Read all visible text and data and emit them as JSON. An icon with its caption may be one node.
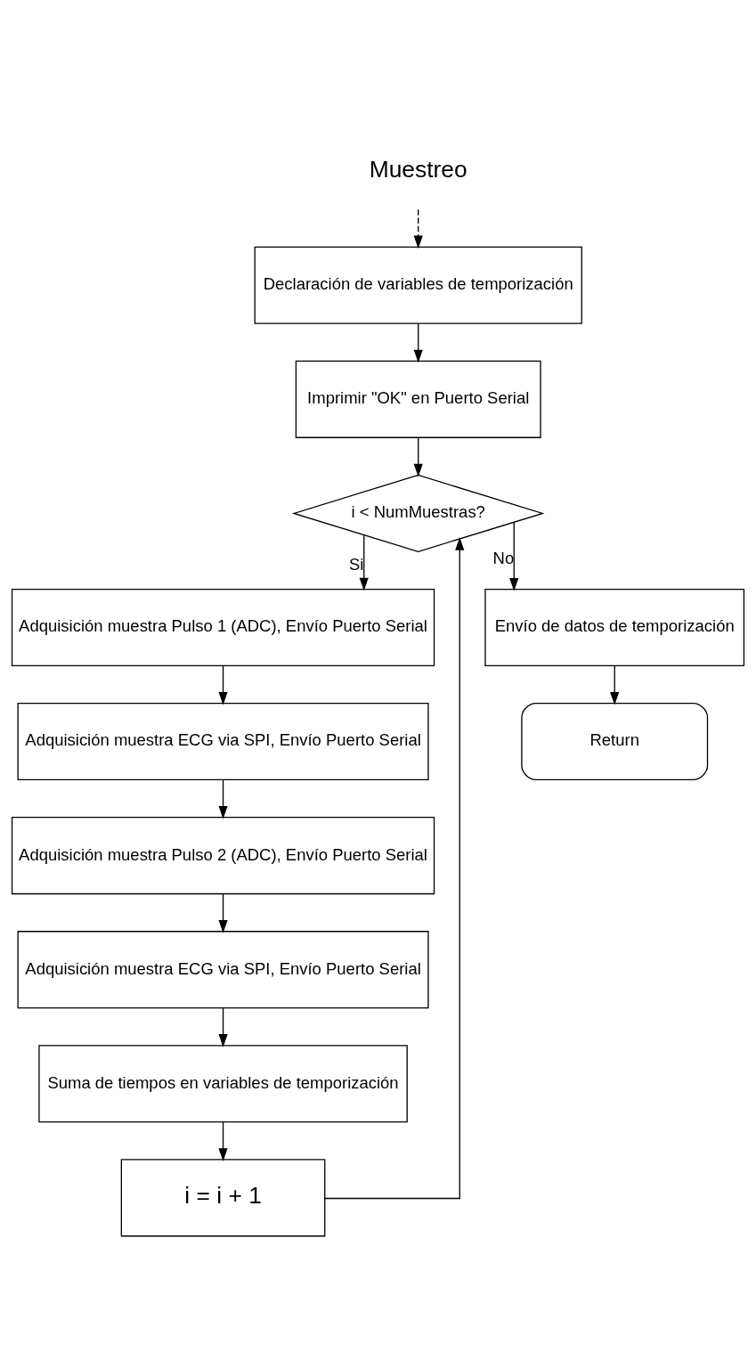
{
  "diagram": {
    "nodes": [
      {
        "text": [
          "Muestreo"
        ]
      },
      {
        "text": [
          "Declaración de variables de temporización"
        ]
      },
      {
        "text": [
          "Imprimir \"OK\" en Puerto Serial"
        ]
      },
      {
        "text": [
          "i < NumMuestras?"
        ]
      },
      {
        "text": [
          "Adquisición muestra Pulso 1 (ADC), Envío Puerto Serial"
        ]
      },
      {
        "text": [
          "Adquisición muestra ECG via SPI, Envío Puerto Serial"
        ]
      },
      {
        "text": [
          "Adquisición muestra Pulso 2 (ADC), Envío Puerto Serial"
        ]
      },
      {
        "text": [
          "Adquisición muestra ECG via SPI, Envío Puerto Serial"
        ]
      },
      {
        "text": [
          "Suma de tiempos en variables de temporización"
        ]
      },
      {
        "text": [
          "i = i + 1"
        ]
      },
      {
        "text": [
          "Envío de datos de temporización"
        ]
      },
      {
        "text": [
          "Return"
        ]
      }
    ],
    "edges": [
      {
        "from": 0,
        "to": 1,
        "arrow": "to",
        "style": "dashed"
      },
      {
        "from": 1,
        "to": 2,
        "arrow": "to"
      },
      {
        "from": 2,
        "to": 3,
        "arrow": "to"
      },
      {
        "from": 3,
        "to": 4,
        "arrow": "to",
        "label": "Si"
      },
      {
        "from": 4,
        "to": 5,
        "arrow": "to"
      },
      {
        "from": 5,
        "to": 6,
        "arrow": "to"
      },
      {
        "from": 6,
        "to": 7,
        "arrow": "to"
      },
      {
        "from": 7,
        "to": 8,
        "arrow": "to"
      },
      {
        "from": 8,
        "to": 9,
        "arrow": "to"
      },
      {
        "from": 9,
        "to": 3,
        "arrow": "to"
      },
      {
        "from": 3,
        "to": 10,
        "arrow": "to",
        "label": "No"
      },
      {
        "from": 10,
        "to": 11,
        "arrow": "to"
      }
    ]
  }
}
